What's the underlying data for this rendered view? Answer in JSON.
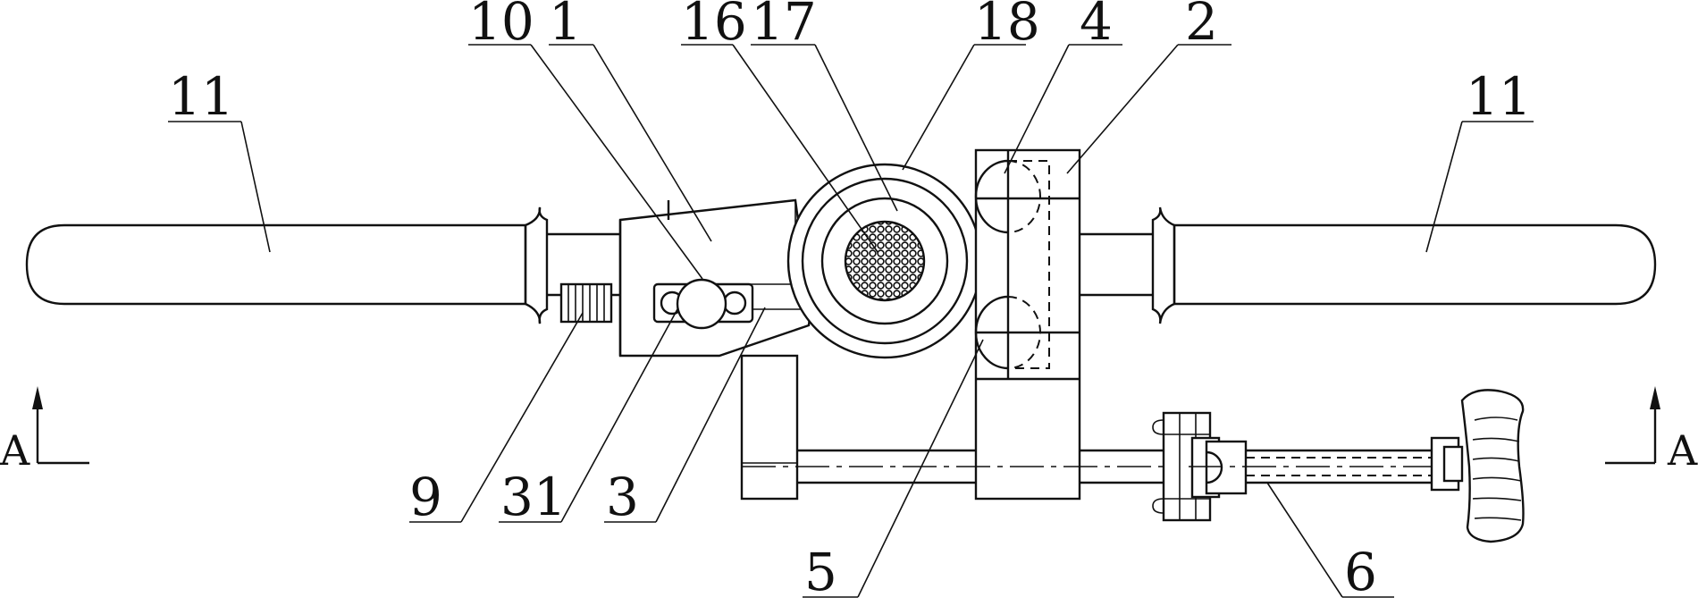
{
  "drawing": {
    "reference_labels": [
      "10",
      "1",
      "16",
      "17",
      "18",
      "4",
      "2",
      "11",
      "11",
      "9",
      "31",
      "3",
      "5",
      "6"
    ],
    "section_mark": "A"
  }
}
